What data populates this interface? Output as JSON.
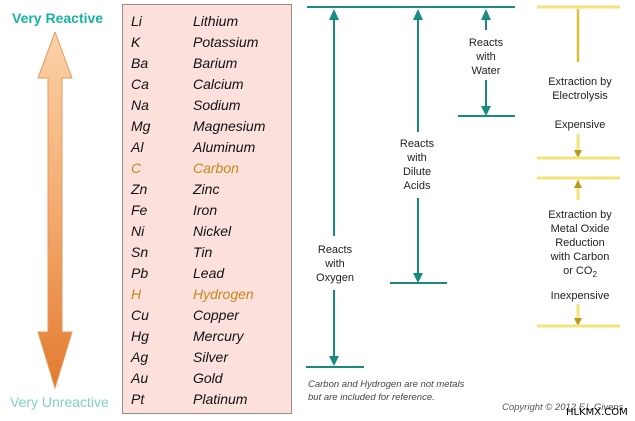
{
  "labels": {
    "very_reactive": "Very Reactive",
    "very_unreactive": "Very Unreactive"
  },
  "elements": [
    {
      "symbol": "Li",
      "name": "Lithium",
      "metal": true
    },
    {
      "symbol": "K",
      "name": "Potassium",
      "metal": true
    },
    {
      "symbol": "Ba",
      "name": "Barium",
      "metal": true
    },
    {
      "symbol": "Ca",
      "name": "Calcium",
      "metal": true
    },
    {
      "symbol": "Na",
      "name": "Sodium",
      "metal": true
    },
    {
      "symbol": "Mg",
      "name": "Magnesium",
      "metal": true
    },
    {
      "symbol": "Al",
      "name": "Aluminum",
      "metal": true
    },
    {
      "symbol": "C",
      "name": "Carbon",
      "metal": false
    },
    {
      "symbol": "Zn",
      "name": "Zinc",
      "metal": true
    },
    {
      "symbol": "Fe",
      "name": "Iron",
      "metal": true
    },
    {
      "symbol": "Ni",
      "name": "Nickel",
      "metal": true
    },
    {
      "symbol": "Sn",
      "name": "Tin",
      "metal": true
    },
    {
      "symbol": "Pb",
      "name": "Lead",
      "metal": true
    },
    {
      "symbol": "H",
      "name": "Hydrogen",
      "metal": false
    },
    {
      "symbol": "Cu",
      "name": "Copper",
      "metal": true
    },
    {
      "symbol": "Hg",
      "name": "Mercury",
      "metal": true
    },
    {
      "symbol": "Ag",
      "name": "Silver",
      "metal": true
    },
    {
      "symbol": "Au",
      "name": "Gold",
      "metal": true
    },
    {
      "symbol": "Pt",
      "name": "Platinum",
      "metal": true
    }
  ],
  "reactions": {
    "oxygen": [
      "Reacts",
      "with",
      "Oxygen"
    ],
    "acids": [
      "Reacts",
      "with",
      "Dilute",
      "Acids"
    ],
    "water": [
      "Reacts",
      "with",
      "Water"
    ]
  },
  "extraction": {
    "electrolysis": [
      "Extraction by",
      "Electrolysis"
    ],
    "expensive": "Expensive",
    "carbon": [
      "Extraction by",
      "Metal Oxide",
      "Reduction",
      "with Carbon",
      "or CO"
    ],
    "carbon_sub": "2",
    "inexpensive": "Inexpensive"
  },
  "note": [
    "Carbon and Hydrogen are not metals",
    "but are included for reference."
  ],
  "copyright": "Copyright © 2012 F.L.Givens",
  "watermark": "HLKMX.COM",
  "colors": {
    "teal": "#1a8a80",
    "accent_title": "#17b3a2",
    "gold": "#c8861b",
    "yellow_marker": "#f2e37a",
    "table_bg": "#fbe0dc",
    "arrow_light": "#fad2a8",
    "arrow_dark": "#e27a30"
  }
}
